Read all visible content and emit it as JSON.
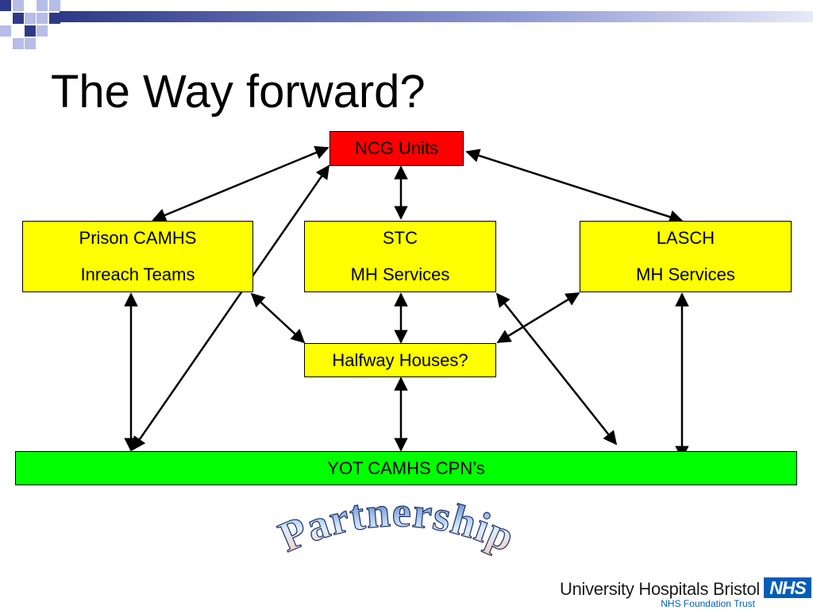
{
  "slide": {
    "title": "The Way forward?",
    "theme_colors": {
      "deco_dark": "#2e3a87",
      "deco_light": "#b6bde6",
      "red": "#ff0000",
      "yellow": "#ffff00",
      "green": "#00ff00"
    }
  },
  "diagram": {
    "nodes": {
      "ncg": {
        "lines": [
          "NCG Units"
        ],
        "fill": "#ff0000"
      },
      "prison": {
        "lines": [
          "Prison CAMHS",
          "Inreach Teams"
        ],
        "fill": "#ffff00"
      },
      "stc": {
        "lines": [
          "STC",
          "MH Services"
        ],
        "fill": "#ffff00"
      },
      "lasch": {
        "lines": [
          "LASCH",
          "MH Services"
        ],
        "fill": "#ffff00"
      },
      "halfway": {
        "lines": [
          "Halfway Houses?"
        ],
        "fill": "#ffff00"
      },
      "yot": {
        "lines": [
          "YOT CAMHS CPN’s"
        ],
        "fill": "#00ff00"
      }
    },
    "edges": [
      {
        "from": "prison",
        "to": "ncg",
        "bidirectional": true
      },
      {
        "from": "yot",
        "to": "ncg",
        "bidirectional": true
      },
      {
        "from": "stc",
        "to": "ncg",
        "bidirectional": true
      },
      {
        "from": "lasch",
        "to": "ncg",
        "bidirectional": true
      },
      {
        "from": "prison",
        "to": "halfway",
        "bidirectional": true
      },
      {
        "from": "stc",
        "to": "halfway",
        "bidirectional": true
      },
      {
        "from": "lasch",
        "to": "halfway",
        "bidirectional": true
      },
      {
        "from": "prison",
        "to": "yot",
        "bidirectional": true
      },
      {
        "from": "halfway",
        "to": "yot",
        "bidirectional": true
      },
      {
        "from": "stc",
        "to": "yot",
        "bidirectional": true
      },
      {
        "from": "lasch",
        "to": "yot",
        "bidirectional": true
      }
    ]
  },
  "wordart": {
    "text": "Partnership",
    "style": "arched"
  },
  "footer": {
    "organisation": "University Hospitals Bristol",
    "subtitle": "NHS Foundation Trust",
    "nhs_logo": "NHS"
  }
}
